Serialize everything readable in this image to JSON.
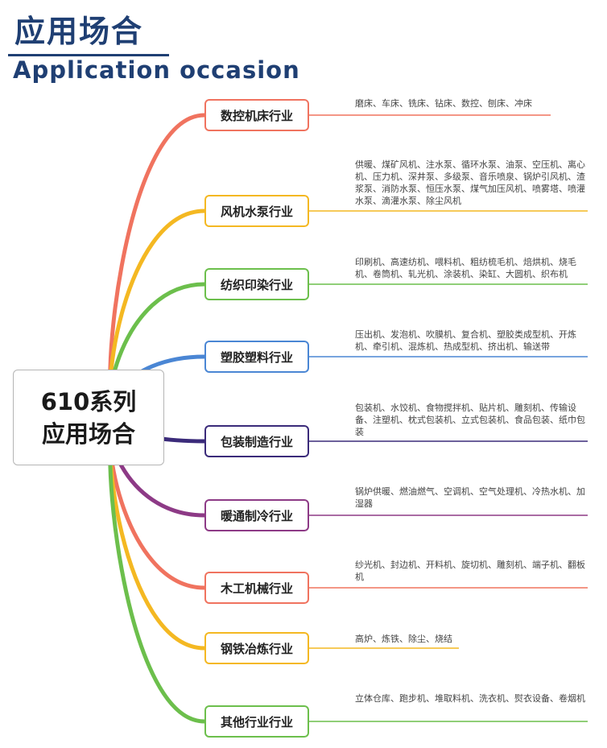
{
  "header": {
    "title_zh": "应用场合",
    "title_en": "Application occasion"
  },
  "center": {
    "line1": "610系列",
    "line2": "应用场合"
  },
  "branches": [
    {
      "label": "数控机床行业",
      "color": "#f0735f",
      "desc": "磨床、车床、铣床、钻床、数控、刨床、冲床"
    },
    {
      "label": "风机水泵行业",
      "color": "#f4b822",
      "desc": "供暖、煤矿风机、注水泵、循环水泵、油泵、空压机、离心机、压力机、深井泵、多级泵、音乐喷泉、锅炉引风机、渣浆泵、消防水泵、恒压水泵、煤气加压风机、喷雾塔、喷灌水泵、滴灌水泵、除尘风机"
    },
    {
      "label": "纺织印染行业",
      "color": "#6cbf4c",
      "desc": "印刷机、高速纺机、喂料机、粗纺梳毛机、焙烘机、烧毛机、卷筒机、轧光机、涂装机、染缸、大圆机、织布机"
    },
    {
      "label": "塑胶塑料行业",
      "color": "#4a86d4",
      "desc": "压出机、发泡机、吹膜机、复合机、塑胶类成型机、开炼机、牵引机、混炼机、热成型机、挤出机、输送带"
    },
    {
      "label": "包装制造行业",
      "color": "#3b2b7a",
      "desc": "包装机、水饺机、食物搅拌机、贴片机、雕刻机、传输设备、注塑机、枕式包装机、立式包装机、食品包装、纸巾包装"
    },
    {
      "label": "暖通制冷行业",
      "color": "#8d3a86",
      "desc": "锅炉供暖、燃油燃气、空调机、空气处理机、冷热水机、加湿器"
    },
    {
      "label": "木工机械行业",
      "color": "#f0735f",
      "desc": "纱光机、封边机、开料机、旋切机、雕刻机、端子机、翻板机"
    },
    {
      "label": "钢铁冶炼行业",
      "color": "#f4b822",
      "desc": "高炉、炼铁、除尘、烧结"
    },
    {
      "label": "其他行业行业",
      "color": "#6cbf4c",
      "desc": "立体仓库、跑步机、堆取料机、洗衣机、熨衣设备、卷烟机"
    }
  ]
}
